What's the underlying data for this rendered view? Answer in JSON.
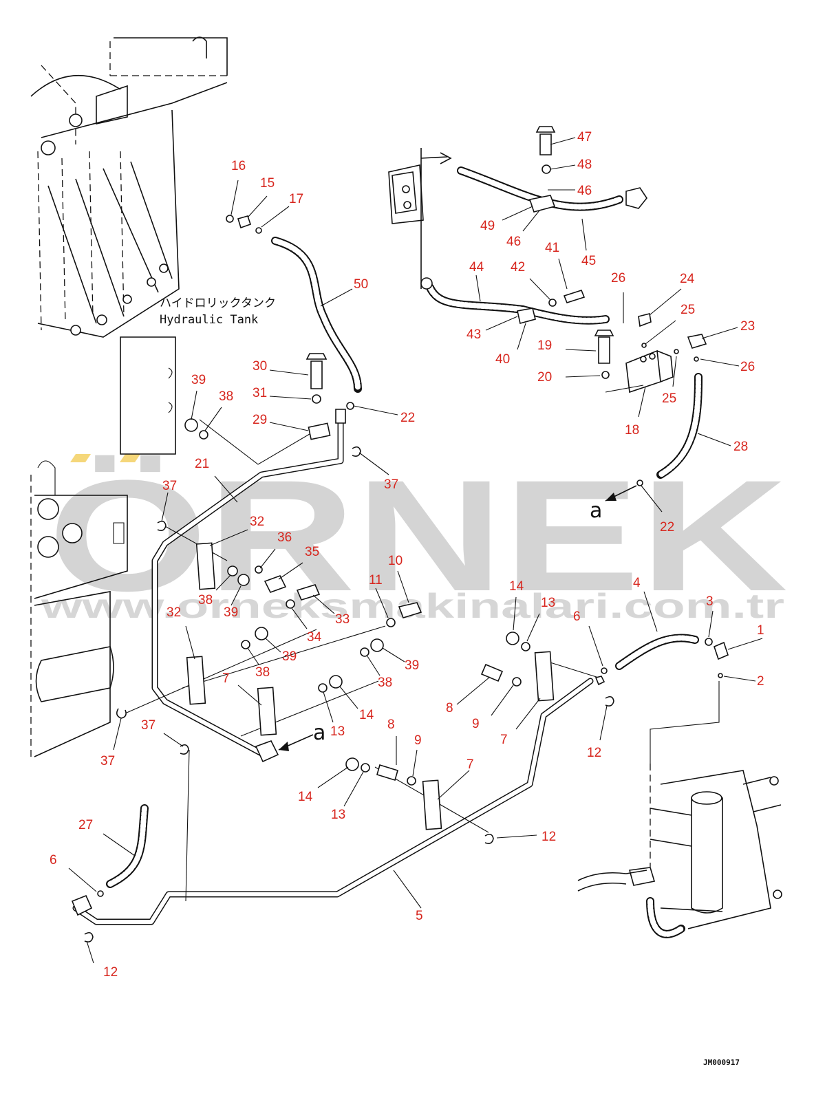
{
  "tank_label": {
    "jp": "ハイドロリックタンク",
    "en": "Hydraulic Tank"
  },
  "drawing_code": "JM000917",
  "watermark": {
    "brand": "ÖRNEK",
    "url": "www.orneksmakinalari.com.tr"
  },
  "arrow_marks": [
    "a",
    "a"
  ],
  "callouts": [
    "16",
    "15",
    "17",
    "50",
    "30",
    "31",
    "29",
    "22",
    "39",
    "38",
    "21",
    "37",
    "37",
    "32",
    "36",
    "35",
    "38",
    "39",
    "33",
    "34",
    "32",
    "39",
    "38",
    "7",
    "37",
    "37",
    "11",
    "10",
    "39",
    "38",
    "14",
    "13",
    "8",
    "8",
    "9",
    "14",
    "13",
    "7",
    "27",
    "6",
    "12",
    "5",
    "12",
    "14",
    "13",
    "6",
    "4",
    "3",
    "1",
    "2",
    "9",
    "7",
    "12",
    "47",
    "48",
    "46",
    "49",
    "46",
    "45",
    "44",
    "42",
    "41",
    "26",
    "24",
    "25",
    "23",
    "43",
    "40",
    "19",
    "26",
    "20",
    "25",
    "18",
    "28",
    "22"
  ],
  "colors": {
    "callout": "#d7261e",
    "line": "#111111",
    "watermark": "#c8c8c8",
    "accent_tabs": "#f5d77a"
  }
}
